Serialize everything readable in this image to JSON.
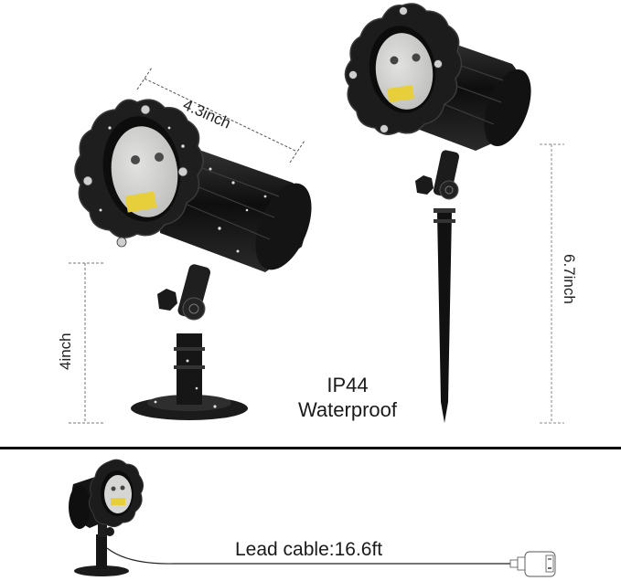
{
  "product": {
    "dimensions": {
      "length_label": "4.3inch",
      "stand_height_label": "4inch",
      "stake_height_label": "6.7inch"
    },
    "rating": {
      "code": "IP44",
      "label": "Waterproof"
    },
    "cable": {
      "label": "Lead cable:16.6ft"
    }
  },
  "colors": {
    "body": "#151515",
    "lens": "#d8d8d6",
    "warning_label": "#e8d23a",
    "divider": "#0a0a0a",
    "dimension_line": "#7a7a7a"
  }
}
